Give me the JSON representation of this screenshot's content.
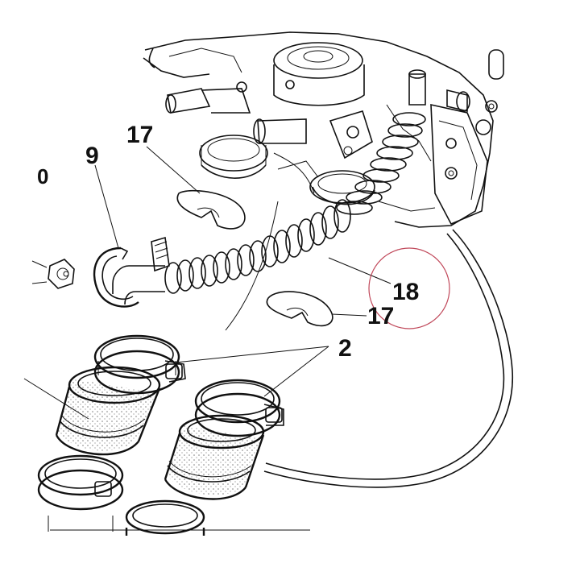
{
  "callouts": {
    "c17_top": "17",
    "c9": "9",
    "c18": "18",
    "c17_mid": "17",
    "c2": "2",
    "edge_left": "0"
  },
  "colors": {
    "ink": "#111111",
    "highlight_circle": "#c0485a",
    "background": "#ffffff"
  }
}
